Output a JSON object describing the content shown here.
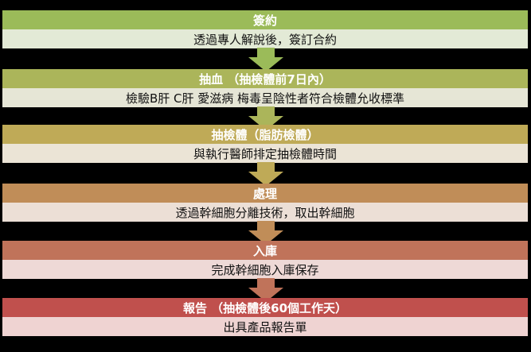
{
  "steps": [
    {
      "title": "簽約",
      "desc": "透過專人解說後，簽訂合約",
      "header_color": "#9bbb59",
      "desc_color": "#e3ead6",
      "arrow_color": "#9bbb59"
    },
    {
      "title": "抽血 （抽檢體前7日內）",
      "desc": "檢驗B肝 C肝 愛滋病 梅毒呈陰性者符合檢體允收標準",
      "header_color": "#abb55a",
      "desc_color": "#e6e6d6",
      "arrow_color": "#abb55a"
    },
    {
      "title": "抽檢體（脂肪檢體）",
      "desc": "與執行醫師排定抽檢體時間",
      "header_color": "#bfaa57",
      "desc_color": "#ebe4d6",
      "arrow_color": "#bfaa57"
    },
    {
      "title": "處理",
      "desc": "透過幹細胞分離技術，取出幹細胞",
      "header_color": "#c08d58",
      "desc_color": "#ecdfd6",
      "arrow_color": "#c08d58"
    },
    {
      "title": "入庫",
      "desc": "完成幹細胞入庫保存",
      "header_color": "#c0735a",
      "desc_color": "#eed9d6",
      "arrow_color": "#c0735a"
    },
    {
      "title": "報告 （抽檢體後60個工作天）",
      "desc": "出具產品報告單",
      "header_color": "#c0504d",
      "desc_color": "#efd3d2",
      "arrow_color": ""
    }
  ]
}
